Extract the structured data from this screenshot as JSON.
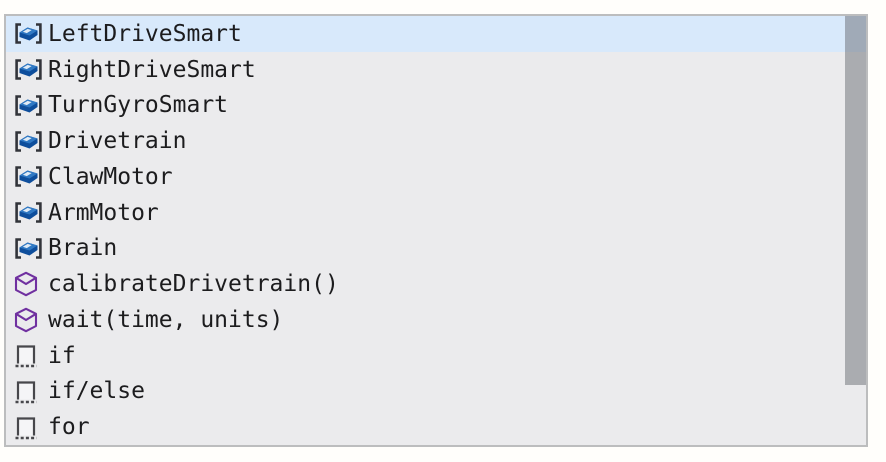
{
  "colors": {
    "page-bg": "#fffefb",
    "list-bg": "#ebebed",
    "selected-bg": "#d8e9fb",
    "border": "#bcbdbe",
    "text": "#1c1c1e",
    "device-blue": "#0e4e9c",
    "device-blue-top": "#3079c4",
    "bracket": "#32343a",
    "command-purple": "#7030a0",
    "snippet-gray": "#47474b",
    "scroll-thumb": "rgba(99,103,109,0.48)"
  },
  "autocomplete": {
    "selected_index": 0,
    "items": [
      {
        "label": "LeftDriveSmart",
        "kind": "device",
        "selected": true
      },
      {
        "label": "RightDriveSmart",
        "kind": "device"
      },
      {
        "label": "TurnGyroSmart",
        "kind": "device"
      },
      {
        "label": "Drivetrain",
        "kind": "device"
      },
      {
        "label": "ClawMotor",
        "kind": "device"
      },
      {
        "label": "ArmMotor",
        "kind": "device"
      },
      {
        "label": "Brain",
        "kind": "device"
      },
      {
        "label": "calibrateDrivetrain()",
        "kind": "command"
      },
      {
        "label": "wait(time, units)",
        "kind": "command"
      },
      {
        "label": "if",
        "kind": "snippet"
      },
      {
        "label": "if/else",
        "kind": "snippet"
      },
      {
        "label": "for",
        "kind": "snippet"
      }
    ]
  }
}
